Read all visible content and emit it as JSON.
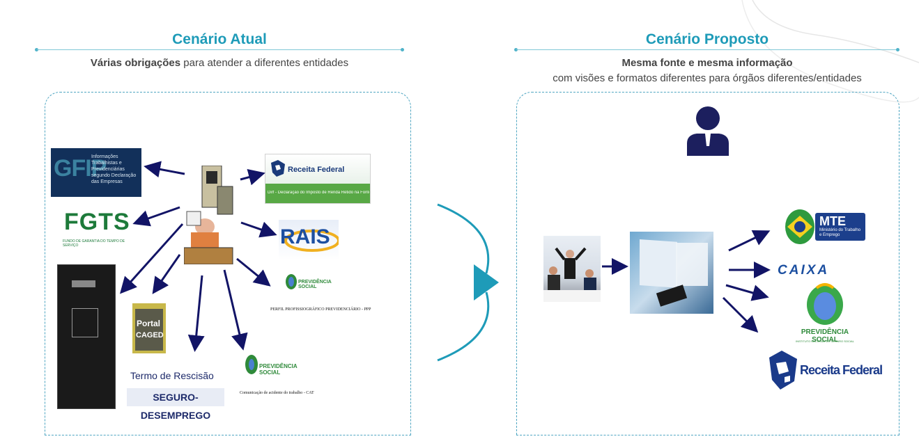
{
  "left": {
    "title": "Cenário Atual",
    "subtitle_bold": "Várias obrigações",
    "subtitle_rest": " para atender a diferentes entidades",
    "items": {
      "gfip_logo": "GFIP",
      "gfip_text": "Informações Trabalhistas e Previdenciárias segundo Declaração das Empresas",
      "fgts_logo": "FGTS",
      "fgts_text": "FUNDO DE GARANTIA DO TEMPO DE SERVIÇO",
      "receita_logo": "Receita Federal",
      "receita_text": "Dirf - Declaração do Imposto de Renda Retido na Fonte",
      "rais_logo": "RAIS",
      "previdencia_logo": "PREVIDÊNCIA SOCIAL",
      "ppp_text": "PERFIL PROFISSIOGRÁFICO PREVIDENCIÁRIO - PPP",
      "caged_line1": "Portal",
      "caged_line2": "CAGED",
      "termo_text": "Termo de Rescisão",
      "seguro_text": "SEGURO-DESEMPREGO",
      "previdencia2_logo": "PREVIDÊNCIA SOCIAL",
      "cat_text": "Comunicação de acidente do trabalho - CAT"
    }
  },
  "right": {
    "title": "Cenário Proposto",
    "subtitle_bold": "Mesma fonte e mesma informação",
    "subtitle_line2": "com visões e formatos diferentes para órgãos diferentes/entidades",
    "items": {
      "mte_logo": "MTE",
      "mte_text": "Ministério do Trabalho e Emprego",
      "caixa_logo": "CAIXA",
      "previdencia_logo": "PREVIDÊNCIA SOCIAL",
      "previdencia_text": "INSTITUTO NACIONAL DO SEGURO SOCIAL",
      "receita_logo": "Receita Federal"
    }
  },
  "colors": {
    "accent": "#1e9bb8",
    "arrow": "#121466",
    "person": "#1c1f5e"
  }
}
